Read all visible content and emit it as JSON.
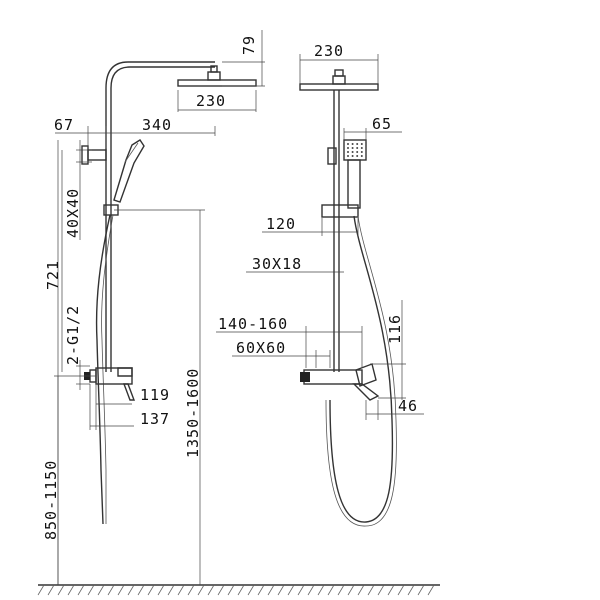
{
  "side_view": {
    "dims": {
      "head_height": "79",
      "head_width": "230",
      "wall_offset": "67",
      "arm_reach": "340",
      "bracket_size": "40X40",
      "column_length": "721",
      "inlet_thread": "2-G1/2",
      "valve_depth_a": "119",
      "valve_depth_b": "137",
      "total_height_range": "1350-1600",
      "valve_height_range": "850-1150"
    }
  },
  "front_view": {
    "dims": {
      "head_width": "230",
      "handset_width": "65",
      "slider_width": "120",
      "tube_section": "30X18",
      "inlet_centers": "140-160",
      "body_section": "60X60",
      "valve_height": "116",
      "spout_width": "46"
    }
  }
}
